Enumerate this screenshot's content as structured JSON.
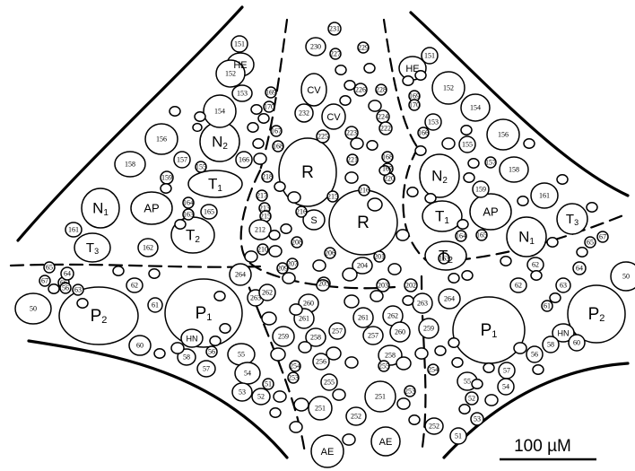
{
  "figure": {
    "scale_bar_label": "100 µM",
    "big_labels": [
      "HE",
      "CV",
      "CV",
      "HE",
      "N2",
      "N2",
      "R",
      "R",
      "T1",
      "T1",
      "AP",
      "AP",
      "N1",
      "N1",
      "T2",
      "T2",
      "T3",
      "T3",
      "S",
      "P2",
      "P2",
      "P1",
      "P1",
      "HN",
      "HN",
      "AE",
      "AE"
    ],
    "numbers": [
      "231",
      "230",
      "227",
      "229",
      "226",
      "228",
      "232",
      "224",
      "225",
      "223",
      "222",
      "221",
      "168",
      "167",
      "220",
      "216",
      "215",
      "218",
      "217",
      "216",
      "213",
      "215",
      "212",
      "208",
      "210",
      "206",
      "207",
      "209",
      "201",
      "204",
      "205",
      "203",
      "202",
      "151",
      "152",
      "153",
      "169",
      "170",
      "154",
      "167",
      "168",
      "156",
      "155",
      "166",
      "157",
      "158",
      "159",
      "164",
      "163",
      "165",
      "161",
      "162",
      "151",
      "152",
      "154",
      "169",
      "170",
      "153",
      "166",
      "155",
      "156",
      "157",
      "158",
      "159",
      "161",
      "164",
      "165",
      "163",
      "62",
      "67",
      "66",
      "65",
      "64",
      "50",
      "65",
      "64",
      "67",
      "56",
      "63",
      "50",
      "62",
      "61",
      "62",
      "63",
      "61",
      "60",
      "56",
      "58",
      "57",
      "55",
      "54",
      "51",
      "53",
      "52",
      "264",
      "263",
      "262",
      "260",
      "261",
      "261",
      "262",
      "263",
      "264",
      "259",
      "258",
      "257",
      "257",
      "260",
      "259",
      "256",
      "258",
      "254",
      "253",
      "255",
      "255",
      "253",
      "251",
      "251",
      "252",
      "252",
      "254",
      "55",
      "56",
      "57",
      "58",
      "60",
      "54",
      "53",
      "51",
      "52"
    ]
  }
}
